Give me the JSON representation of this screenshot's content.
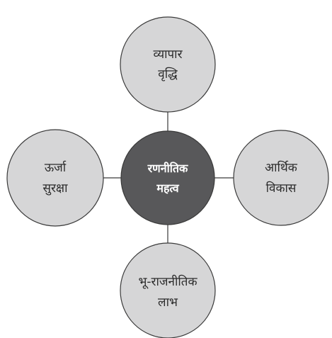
{
  "diagram": {
    "center": {
      "line1": "रणनीतिक",
      "line2": "महत्व"
    },
    "top": {
      "line1": "व्यापार",
      "line2": "वृद्धि"
    },
    "left": {
      "line1": "ऊर्जा",
      "line2": "सुरक्षा"
    },
    "right": {
      "line1": "आर्थिक",
      "line2": "विकास"
    },
    "bottom": {
      "line1": "भू-राजनीतिक",
      "line2": "लाभ"
    }
  },
  "colors": {
    "center_fill": "#58585a",
    "center_text": "#ffffff",
    "outer_fill": "#d6d6d7",
    "outer_text": "#2b2b2b",
    "stroke": "#3a3a3a"
  }
}
